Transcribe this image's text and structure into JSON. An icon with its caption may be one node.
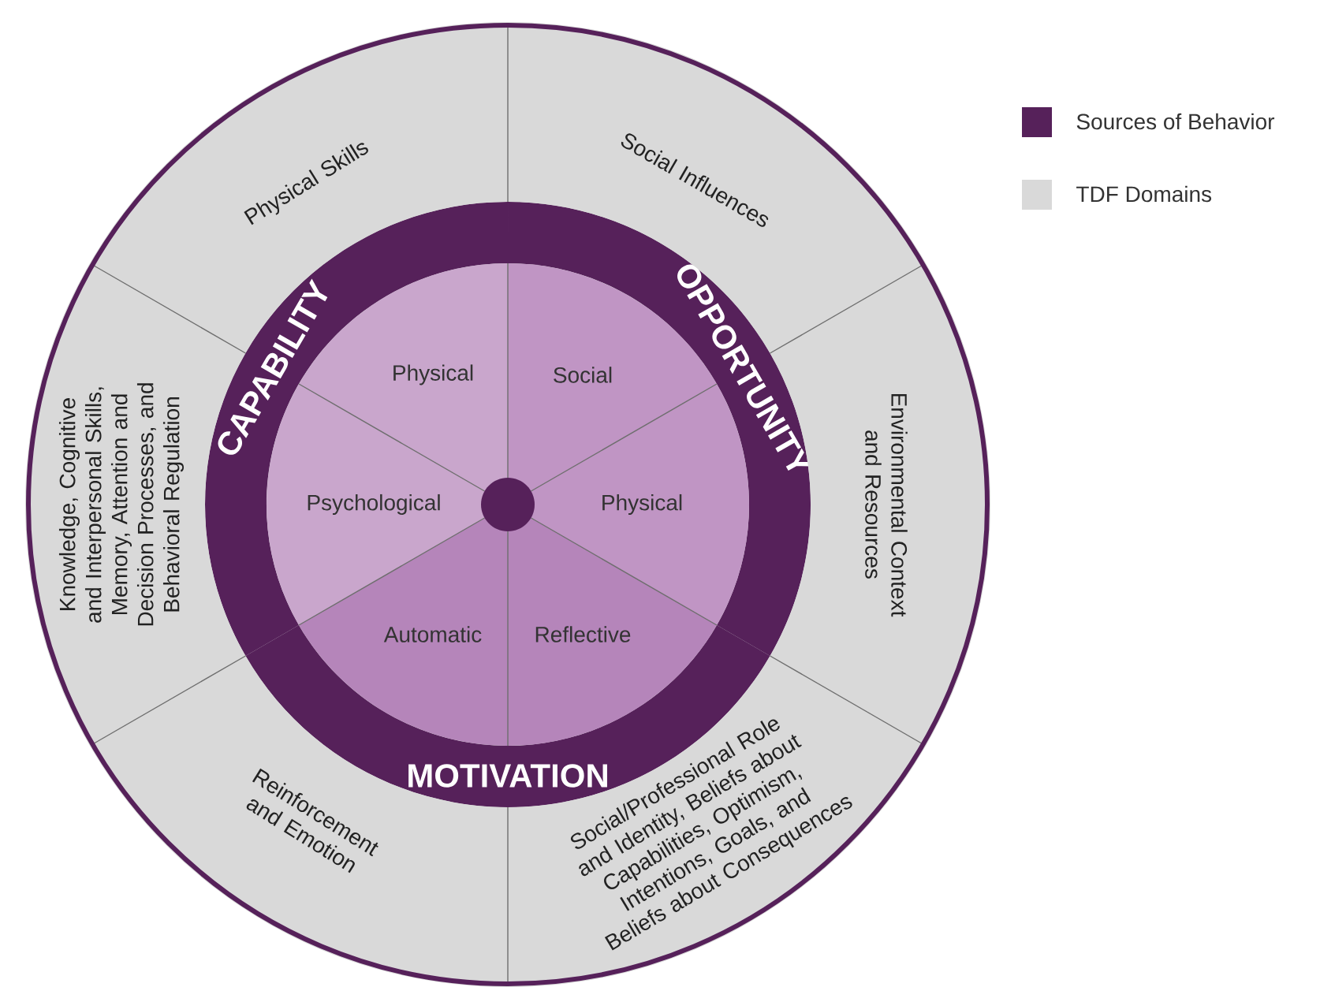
{
  "diagram": {
    "nodes": [
      {
        "text": [
          "CAPABILITY"
        ]
      },
      {
        "text": [
          "OPPORTUNITY"
        ]
      },
      {
        "text": [
          "MOTIVATION"
        ]
      },
      {
        "text": [
          "Physical"
        ]
      },
      {
        "text": [
          "Social"
        ]
      },
      {
        "text": [
          "Psychological"
        ]
      },
      {
        "text": [
          "Physical"
        ]
      },
      {
        "text": [
          "Automatic"
        ]
      },
      {
        "text": [
          "Reflective"
        ]
      },
      {
        "text": [
          "Physical Skills"
        ]
      },
      {
        "text": [
          "Social Influences"
        ]
      },
      {
        "text": [
          "Knowledge, Cognitive and Interpersonal Skills, Memory, Attention and Decision Processes, and Behavioral Regulation"
        ]
      },
      {
        "text": [
          "Environmental Context and Resources"
        ]
      },
      {
        "text": [
          "Reinforcement and Emotion"
        ]
      },
      {
        "text": [
          "Social/Professional Role and Identity, Beliefs about Capabilities, Optimism, Intentions, Goals, and Beliefs about Consequences"
        ]
      }
    ],
    "legend": [
      {
        "text": "Sources of Behavior",
        "color": "#56215a"
      },
      {
        "text": "TDF Domains",
        "color": "#d9d9d9"
      }
    ]
  }
}
